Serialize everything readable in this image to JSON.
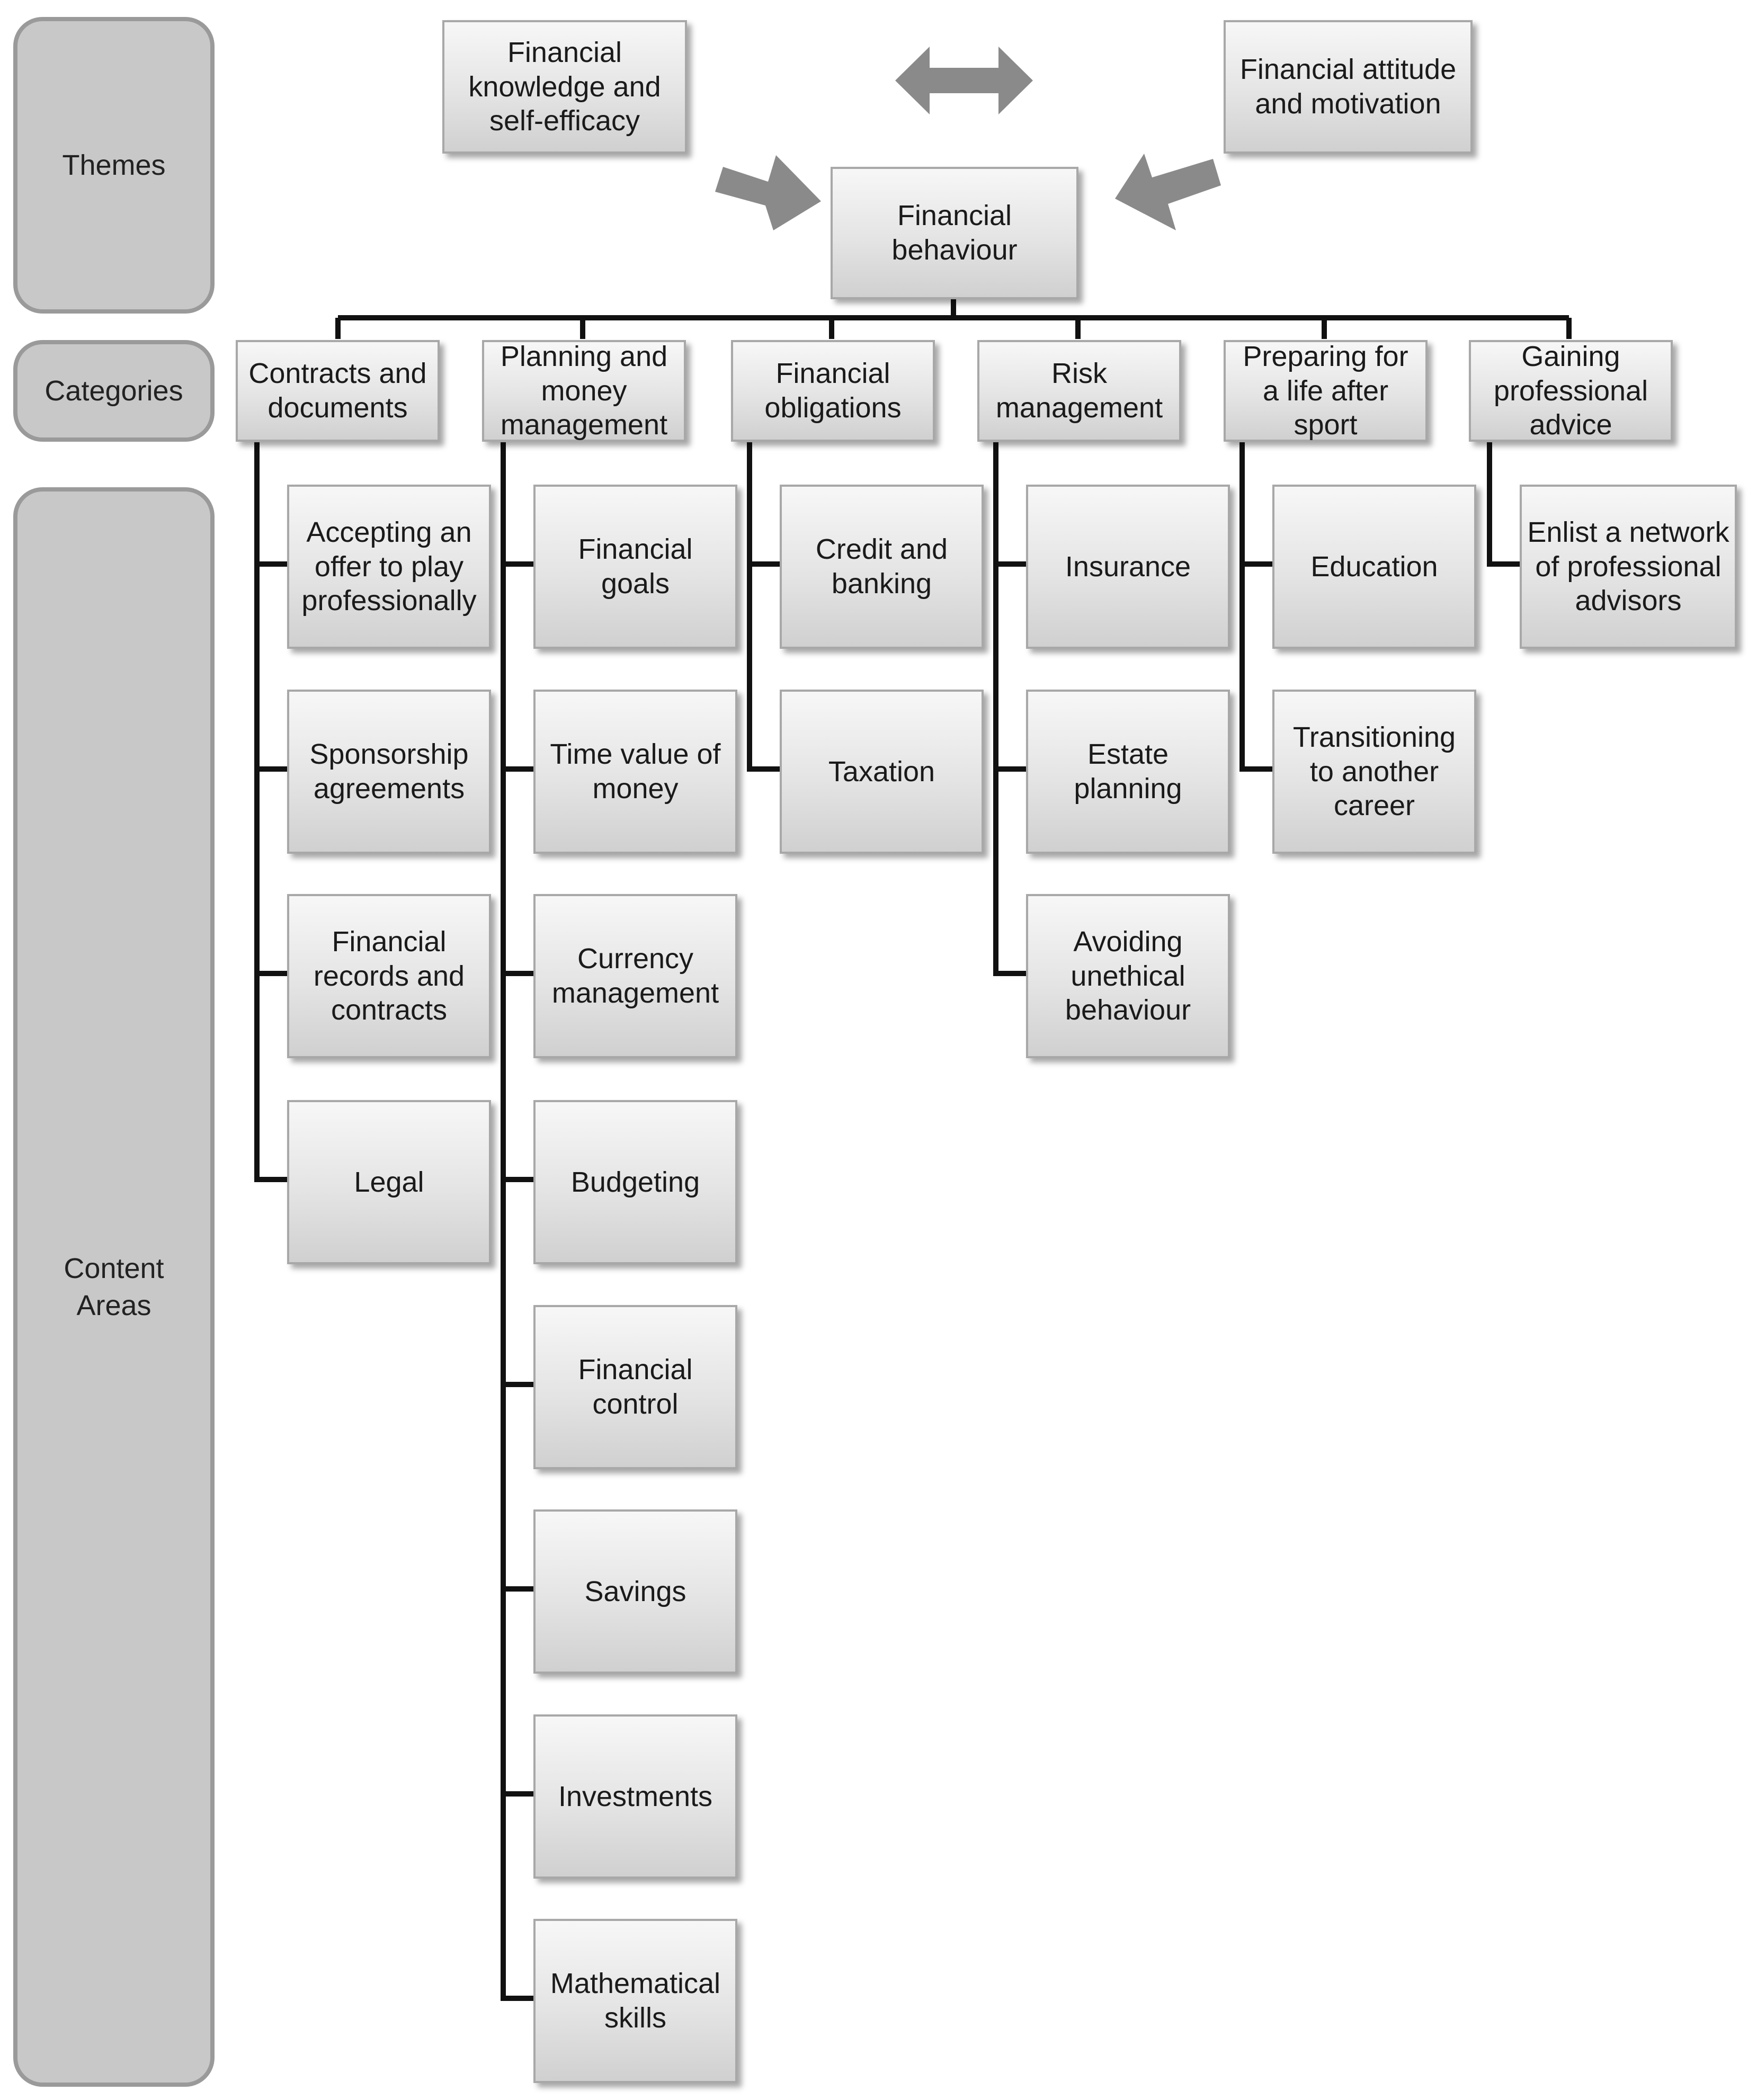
{
  "side_labels": {
    "themes": "Themes",
    "categories": "Categories",
    "content_areas": "Content\nAreas"
  },
  "themes": {
    "left": "Financial knowledge and self-efficacy",
    "right": "Financial attitude and motivation",
    "center": "Financial behaviour"
  },
  "categories": [
    {
      "label": "Contracts and documents",
      "content_areas": [
        "Accepting an offer to play professionally",
        "Sponsorship agreements",
        "Financial records and contracts",
        "Legal"
      ]
    },
    {
      "label": "Planning and money management",
      "content_areas": [
        "Financial goals",
        "Time value of money",
        "Currency management",
        "Budgeting",
        "Financial control",
        "Savings",
        "Investments",
        "Mathematical skills"
      ]
    },
    {
      "label": "Financial obligations",
      "content_areas": [
        "Credit and banking",
        "Taxation"
      ]
    },
    {
      "label": "Risk management",
      "content_areas": [
        "Insurance",
        "Estate planning",
        "Avoiding unethical behaviour"
      ]
    },
    {
      "label": "Preparing for a life after sport",
      "content_areas": [
        "Education",
        "Transitioning to another career"
      ]
    },
    {
      "label": "Gaining professional advice",
      "content_areas": [
        "Enlist a network of professional advisors"
      ]
    }
  ],
  "colors": {
    "arrow": "#8a8a8a",
    "connector": "#111111",
    "side_fill": "#c8c8c8",
    "side_border": "#9a9a9a"
  }
}
